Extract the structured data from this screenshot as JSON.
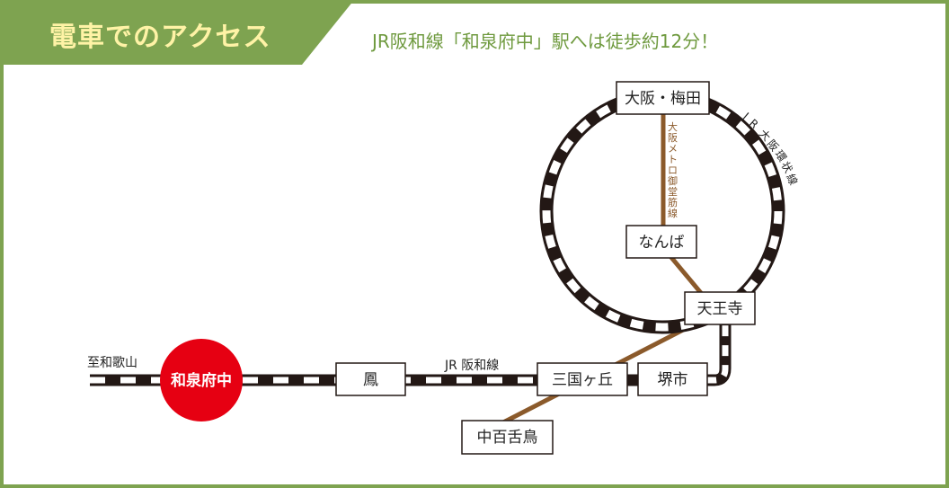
{
  "header": {
    "title": "電車でのアクセス",
    "subtitle": "JR阪和線「和泉府中」駅へは徒歩約12分！"
  },
  "map": {
    "destination_label": "至和歌山",
    "line_labels": {
      "hanwa": "JR 阪和線",
      "loop_chars": [
        "J",
        "R",
        "大",
        "阪",
        "環",
        "状",
        "線"
      ],
      "midosuji_chars": [
        "大",
        "阪",
        "メ",
        "ト",
        "ロ",
        "御",
        "堂",
        "筋",
        "線"
      ]
    },
    "stations": {
      "izumifuchu": "和泉府中",
      "otori": "鳳",
      "mikunigaoka": "三国ヶ丘",
      "sakaishi": "堺市",
      "nakamozu": "中百舌鳥",
      "tennoji": "天王寺",
      "namba": "なんば",
      "osaka_umeda": "大阪・梅田"
    },
    "colors": {
      "brand_green": "#7ea350",
      "title_yellow": "#fff3a6",
      "jr_track": "#231815",
      "metro_brown": "#8b5a2b",
      "highlight_station": "#e60012"
    }
  }
}
